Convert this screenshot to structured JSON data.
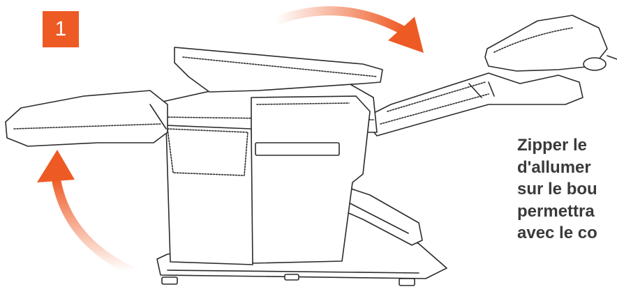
{
  "step": {
    "number": "1",
    "color": "#EE5A24"
  },
  "instruction": {
    "lines": [
      "Zipper le",
      "d'allumer",
      "sur le bou",
      "permettra",
      "avec le co"
    ],
    "color": "#3a3a3a"
  },
  "arrows": {
    "color": "#EE5A24",
    "top_direction": "clockwise-right",
    "left_direction": "up"
  },
  "illustration": {
    "subject": "recliner-chair-line-drawing",
    "stroke_color": "#2b2b2b"
  }
}
